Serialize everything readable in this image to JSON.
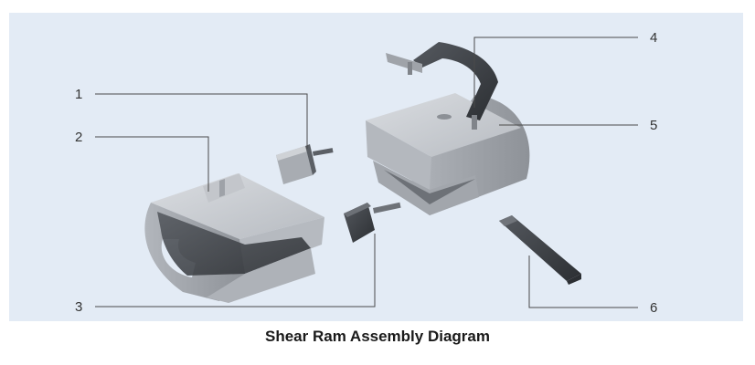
{
  "caption": "Shear Ram Assembly Diagram",
  "callouts": [
    {
      "id": "1",
      "label": "1"
    },
    {
      "id": "2",
      "label": "2"
    },
    {
      "id": "3",
      "label": "3"
    },
    {
      "id": "4",
      "label": "4"
    },
    {
      "id": "5",
      "label": "5"
    },
    {
      "id": "6",
      "label": "6"
    }
  ],
  "colors": {
    "panel_background": "#e3ebf5",
    "part_light": "#c9ccd1",
    "part_mid": "#a7abb1",
    "part_dark": "#3c3f44",
    "leader_line": "#4a4a4a"
  }
}
